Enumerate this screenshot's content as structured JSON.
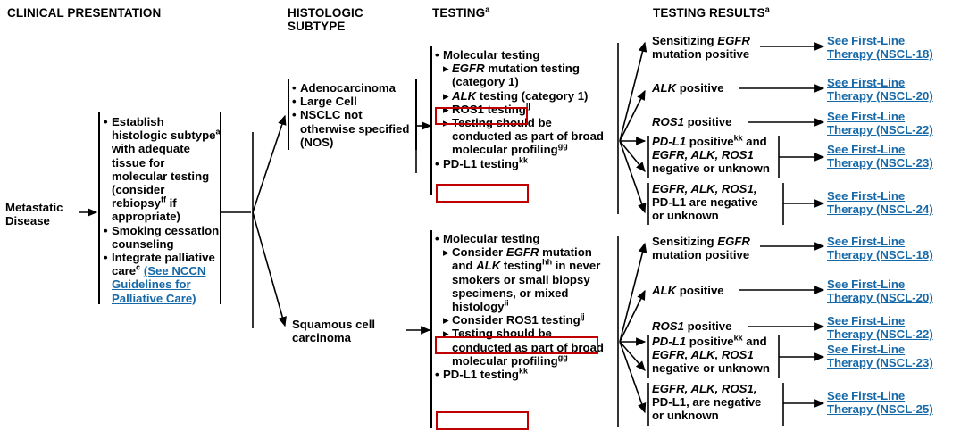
{
  "headers": {
    "clinical": "CLINICAL PRESENTATION",
    "histologic_1": "HISTOLOGIC",
    "histologic_2": "SUBTYPE",
    "testing": "TESTING",
    "testing_sup": "a",
    "results": "TESTING RESULTS",
    "results_sup": "a"
  },
  "colors": {
    "link": "#1669a8",
    "highlight_box": "#c00000",
    "text": "#000000",
    "background": "#ffffff"
  },
  "entry": {
    "label_line1": "Metastatic",
    "label_line2": "Disease"
  },
  "clinical_panel": {
    "items": [
      {
        "text_a": "Establish histologic subtype",
        "sup_a": "a",
        "text_b": " with adequate tissue for molecular testing (consider rebiopsy",
        "sup_b": "ff",
        "text_c": " if appropriate)"
      },
      {
        "text_a": "Smoking cessation counseling",
        "sup_a": "",
        "text_b": "",
        "sup_b": "",
        "text_c": ""
      },
      {
        "text_a": "Integrate palliative care",
        "sup_a": "c",
        "text_b": " ",
        "sup_b": "",
        "text_c": "",
        "link": "(See NCCN Guidelines for Palliative Care)"
      }
    ]
  },
  "histologic": {
    "group_nonsq": {
      "items": [
        "Adenocarcinoma",
        "Large Cell",
        "NSCLC not otherwise specified (NOS)"
      ]
    },
    "group_squamous": {
      "line1": "Squamous cell",
      "line2": "carcinoma"
    }
  },
  "testing_nonsq": {
    "bullet1": "Molecular testing",
    "sub": [
      {
        "pre": "",
        "em": "EGFR",
        "post": " mutation testing (category 1)",
        "sup": "",
        "boxed": false
      },
      {
        "pre": "",
        "em": "ALK",
        "post": " testing (category 1)",
        "sup": "",
        "boxed": false
      },
      {
        "pre": "ROS1 testing",
        "em": "",
        "post": "",
        "sup": "jj",
        "boxed": true
      },
      {
        "pre": "Testing should be conducted as part of broad molecular profiling",
        "em": "",
        "post": "",
        "sup": "gg",
        "boxed": false
      }
    ],
    "bullet2": {
      "text": "PD-L1 testing",
      "sup": "kk",
      "boxed": true
    }
  },
  "testing_squamous": {
    "bullet1": "Molecular testing",
    "sub": [
      {
        "pre": "Consider ",
        "em": "EGFR",
        "mid": " mutation and ",
        "em2": "ALK",
        "post": " testing",
        "sup": "hh",
        "post2": " in never smokers or small biopsy specimens, or mixed histology",
        "sup2": "ii",
        "boxed": false
      },
      {
        "pre": "Consider ROS1 testing",
        "em": "",
        "post": "",
        "sup": "jj",
        "boxed": true
      },
      {
        "pre": "Testing should be conducted as part of broad molecular profiling",
        "em": "",
        "post": "",
        "sup": "gg",
        "boxed": false
      }
    ],
    "bullet2": {
      "text": "PD-L1 testing",
      "sup": "kk",
      "boxed": true
    }
  },
  "results_nonsq": [
    {
      "id": "egfr-positive",
      "lines": [
        {
          "em": "Sensitizing ",
          "emph": "EGFR",
          "rest": ""
        },
        {
          "em": "mutation positive",
          "emph": "",
          "rest": ""
        }
      ],
      "link_line1": "See First-Line",
      "link_line2": "Therapy (NSCL-18)"
    },
    {
      "id": "alk-positive",
      "lines": [
        {
          "em": "",
          "emph": "ALK",
          "rest": " positive"
        }
      ],
      "link_line1": "See First-Line",
      "link_line2": "Therapy (NSCL-20)"
    },
    {
      "id": "ros1-positive",
      "lines": [
        {
          "em": "",
          "emph": "ROS1",
          "rest": " positive"
        }
      ],
      "link_line1": "See First-Line",
      "link_line2": "Therapy (NSCL-22)"
    },
    {
      "id": "pdl1-positive",
      "lines": [
        {
          "em": "",
          "emph": "PD-L1",
          "rest": " positive",
          "sup": "kk",
          "rest2": " and"
        },
        {
          "em": "",
          "emph": "EGFR, ALK, ROS1",
          "rest": ""
        },
        {
          "em": "negative or unknown",
          "emph": "",
          "rest": ""
        }
      ],
      "link_line1": "See First-Line",
      "link_line2": "Therapy (NSCL-23)"
    },
    {
      "id": "all-negative",
      "lines": [
        {
          "em": "",
          "emph": "EGFR, ALK, ROS1,",
          "rest": ""
        },
        {
          "em": "PD-L1 are negative",
          "emph": "",
          "rest": ""
        },
        {
          "em": "or unknown",
          "emph": "",
          "rest": ""
        }
      ],
      "link_line1": "See First-Line",
      "link_line2": "Therapy (NSCL-24)"
    }
  ],
  "results_squamous": [
    {
      "id": "egfr-positive-sq",
      "lines": [
        {
          "em": "Sensitizing ",
          "emph": "EGFR",
          "rest": ""
        },
        {
          "em": "mutation positive",
          "emph": "",
          "rest": ""
        }
      ],
      "link_line1": "See First-Line",
      "link_line2": "Therapy (NSCL-18)"
    },
    {
      "id": "alk-positive-sq",
      "lines": [
        {
          "em": "",
          "emph": "ALK",
          "rest": "  positive"
        }
      ],
      "link_line1": "See First-Line",
      "link_line2": "Therapy (NSCL-20)"
    },
    {
      "id": "ros1-positive-sq",
      "lines": [
        {
          "em": "",
          "emph": "ROS1",
          "rest": " positive"
        }
      ],
      "link_line1": "See First-Line",
      "link_line2": "Therapy (NSCL-22)"
    },
    {
      "id": "pdl1-positive-sq",
      "lines": [
        {
          "em": "",
          "emph": "PD-L1",
          "rest": " positive",
          "sup": "kk",
          "rest2": " and"
        },
        {
          "em": "",
          "emph": "EGFR, ALK, ROS1",
          "rest": ""
        },
        {
          "em": "negative or unknown",
          "emph": "",
          "rest": ""
        }
      ],
      "link_line1": "See First-Line",
      "link_line2": "Therapy (NSCL-23)"
    },
    {
      "id": "all-negative-sq",
      "lines": [
        {
          "em": "",
          "emph": "EGFR, ALK, ROS1,",
          "rest": ""
        },
        {
          "em": "PD-L1, are negative",
          "emph": "",
          "rest": ""
        },
        {
          "em": "or unknown",
          "emph": "",
          "rest": ""
        }
      ],
      "link_line1": "See First-Line",
      "link_line2": "Therapy (NSCL-25)"
    }
  ]
}
